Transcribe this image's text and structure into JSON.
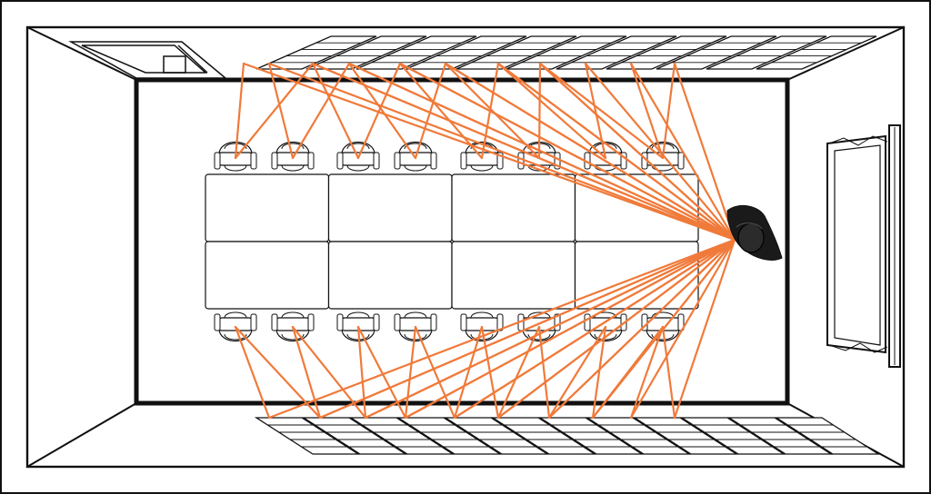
{
  "diagram": {
    "kind": "room-floor-plan-top-view",
    "line_color": "#111111",
    "background_color": "#ffffff",
    "ray_color": "#f07a3a",
    "person_color": "#1a1a1a",
    "table_fill": "#ffffff",
    "table_count": 8,
    "chair_count": 16,
    "panel_count_top": 11,
    "panel_count_bottom": 12,
    "icons": [
      "chair-icon",
      "person-icon",
      "door-icon",
      "screen-icon",
      "window-panel-icon"
    ]
  }
}
